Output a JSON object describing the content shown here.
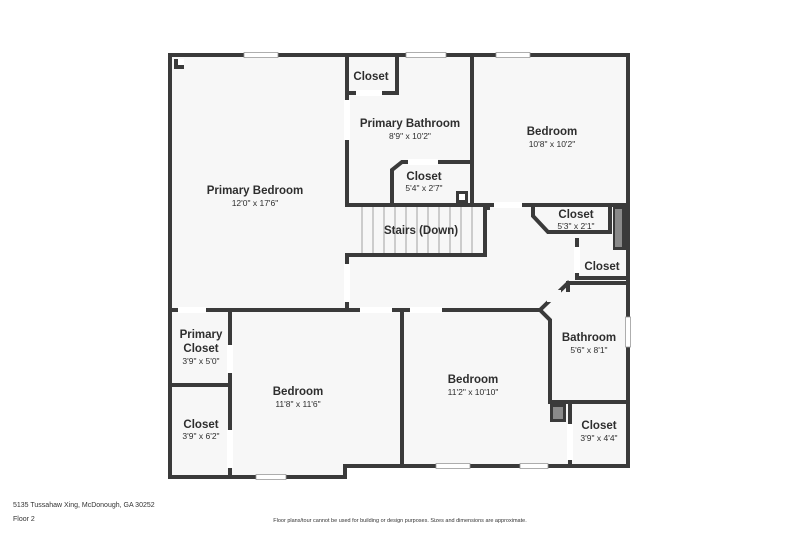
{
  "rooms": {
    "primary_bedroom": {
      "name": "Primary Bedroom",
      "dims": "12'0\" x 17'6\""
    },
    "closet_top": {
      "name": "Closet"
    },
    "primary_bathroom": {
      "name": "Primary Bathroom",
      "dims": "8'9\" x 10'2\""
    },
    "closet_mid": {
      "name": "Closet",
      "dims": "5'4\" x 2'7\""
    },
    "bedroom_ne": {
      "name": "Bedroom",
      "dims": "10'8\" x 10'2\""
    },
    "stairs": {
      "name": "Stairs (Down)"
    },
    "closet_hall": {
      "name": "Closet",
      "dims": "5'3\" x 2'1\""
    },
    "closet_small": {
      "name": "Closet"
    },
    "primary_closet": {
      "name_line1": "Primary",
      "name_line2": "Closet",
      "dims": "3'9\" x 5'0\""
    },
    "closet_sw": {
      "name": "Closet",
      "dims": "3'9\" x 6'2\""
    },
    "bedroom_sw": {
      "name": "Bedroom",
      "dims": "11'8\" x 11'6\""
    },
    "bedroom_s": {
      "name": "Bedroom",
      "dims": "11'2\" x 10'10\""
    },
    "bathroom": {
      "name": "Bathroom",
      "dims": "5'6\" x 8'1\""
    },
    "closet_se": {
      "name": "Closet",
      "dims": "3'9\" x 4'4\""
    }
  },
  "footer": {
    "address": "5135 Tussahaw Xing, McDonough, GA 30252",
    "floor": "Floor 2",
    "disclaimer": "Floor plans/tour cannot be used for building or design purposes. Sizes and dimensions are approximate."
  },
  "colors": {
    "wall": "#3a3a3a",
    "floor": "#f7f7f7",
    "text": "#2e2e2e"
  }
}
